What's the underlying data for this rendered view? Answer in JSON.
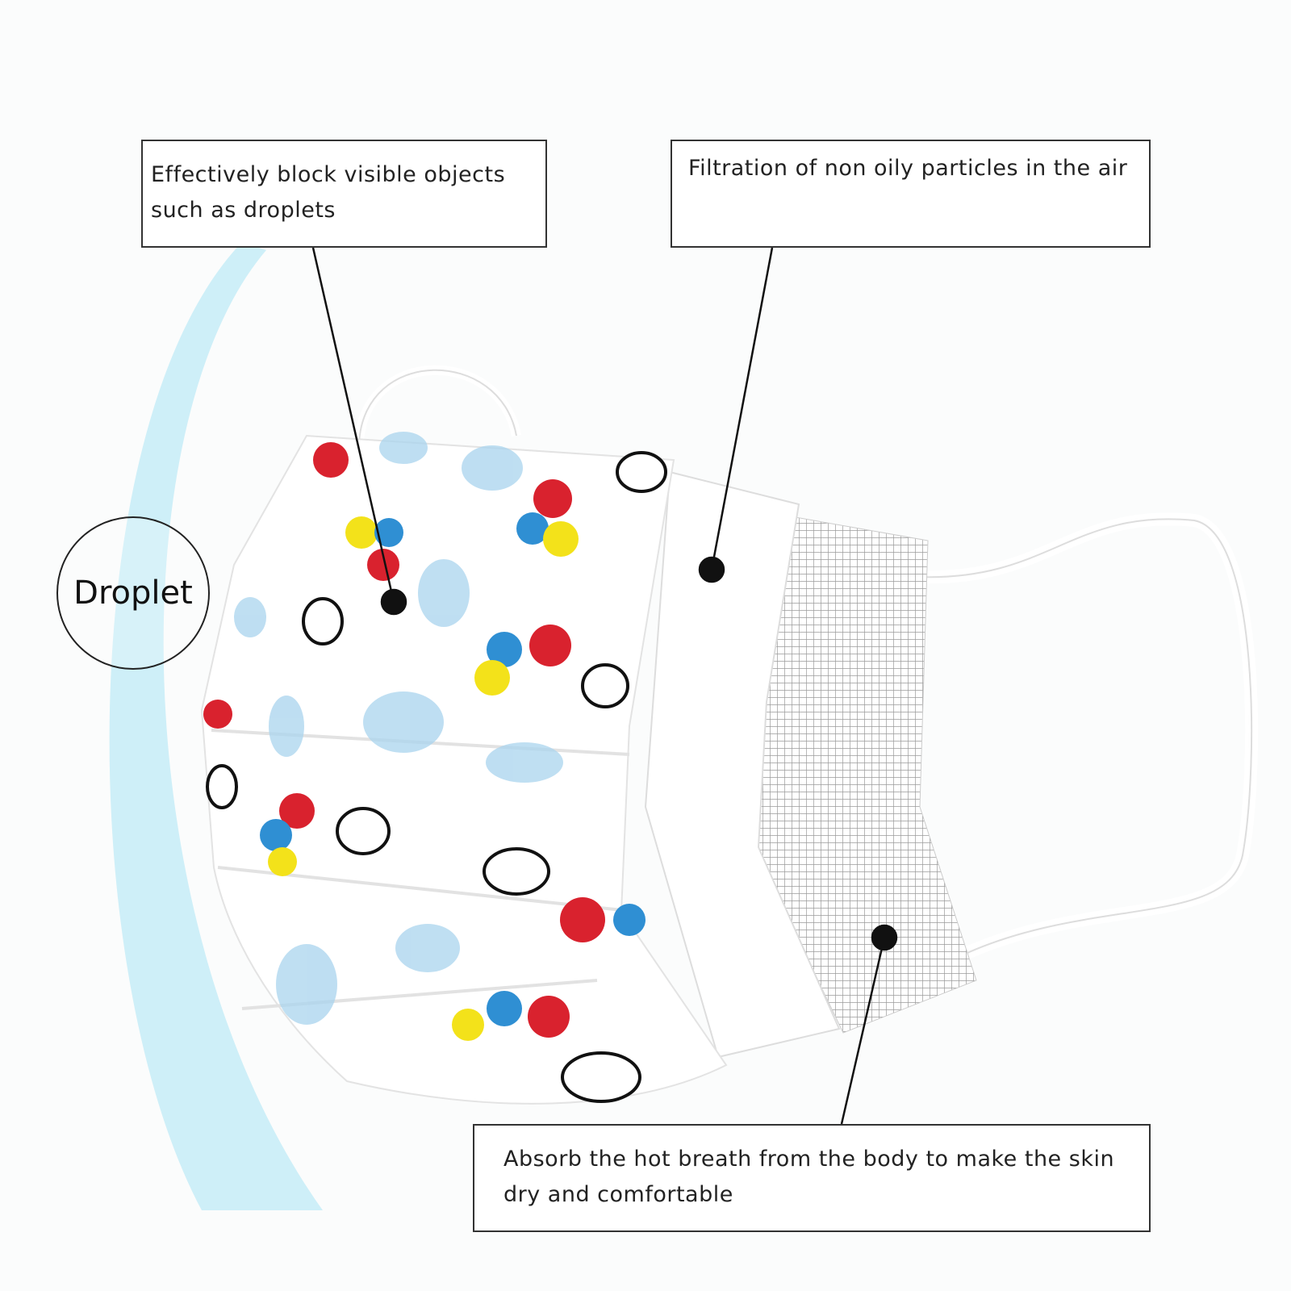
{
  "callouts": {
    "outer_layer": "Effectively block visible objects such as droplets",
    "middle_layer": "Filtration of non oily particles in the air",
    "inner_layer": "Absorb the hot breath from the body to make the skin dry and comfortable"
  },
  "droplet_label": "Droplet",
  "colors": {
    "shield_blue": "#bfe9f5",
    "cloud_blue": "#a9d4ee",
    "balloon_red": "#d9222e",
    "balloon_blue": "#2f8fd3",
    "balloon_yellow": "#f3e21a"
  }
}
